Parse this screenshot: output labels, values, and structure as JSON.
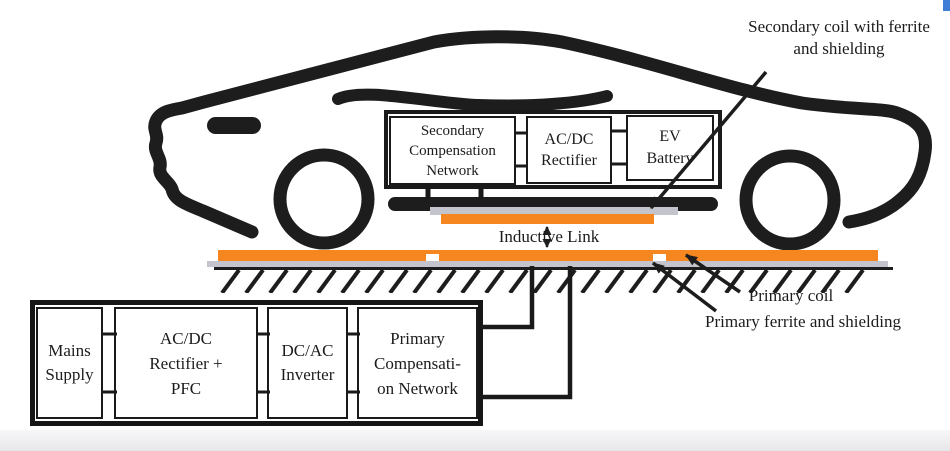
{
  "title": "Wireless EV charging system diagram",
  "colors": {
    "coil_orange": "#F6861F",
    "shield_gray": "#C4C4CC",
    "line_black": "#1d1d1d",
    "corner_blue": "#3F7ED6"
  },
  "vehicle_system": {
    "boxes": [
      {
        "id": "secondary-compensation-network",
        "lines": [
          "Secondary",
          "Compensation",
          "Network"
        ]
      },
      {
        "id": "acdc-rectifier",
        "lines": [
          "AC/DC",
          "Rectifier"
        ]
      },
      {
        "id": "ev-battery",
        "lines": [
          "EV",
          "Battery"
        ]
      }
    ]
  },
  "ground_system": {
    "boxes": [
      {
        "id": "mains-supply",
        "lines": [
          "Mains",
          "Supply"
        ]
      },
      {
        "id": "acdc-rectifier-pfc",
        "lines": [
          "AC/DC",
          "Rectifier +",
          "PFC"
        ]
      },
      {
        "id": "dcac-inverter",
        "lines": [
          "DC/AC",
          "Inverter"
        ]
      },
      {
        "id": "primary-compensation-network",
        "lines": [
          "Primary",
          "Compensati-",
          "on Network"
        ]
      }
    ]
  },
  "labels": {
    "secondary_coil": {
      "lines": [
        "Secondary coil with",
        "ferrite and shielding"
      ]
    },
    "inductive_link": "Inductive Link",
    "primary_coil": "Primary coil",
    "primary_ferrite": {
      "lines": [
        "Primary ferrite and",
        "shielding"
      ]
    }
  }
}
